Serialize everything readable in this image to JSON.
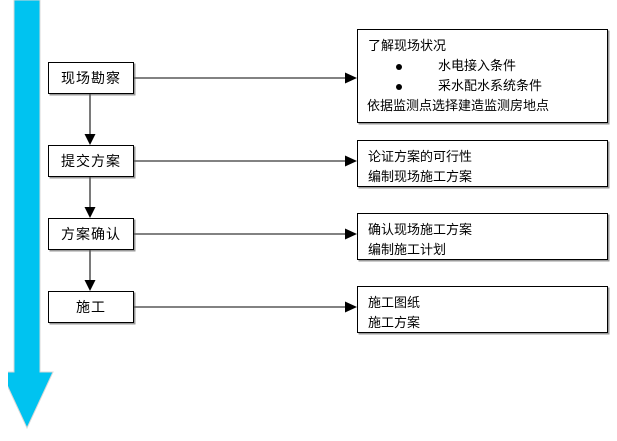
{
  "diagram": {
    "title": "现场施工流程图",
    "accent_color": "#00c3f0",
    "line_color": "#595959",
    "border_color": "#000000",
    "background_color": "#ffffff",
    "flow_direction_label": "向下流程箭头"
  },
  "stages": [
    {
      "id": "survey",
      "label": "现场勘察"
    },
    {
      "id": "submit",
      "label": "提交方案"
    },
    {
      "id": "confirm",
      "label": "方案确认"
    },
    {
      "id": "build",
      "label": "施工"
    }
  ],
  "details": [
    {
      "id": "survey-detail",
      "lines": [
        {
          "type": "text",
          "value": "了解现场状况"
        },
        {
          "type": "bullet",
          "value": "水电接入条件"
        },
        {
          "type": "bullet",
          "value": "采水配水系统条件"
        },
        {
          "type": "text",
          "value": "依据监测点选择建造监测房地点"
        }
      ]
    },
    {
      "id": "submit-detail",
      "lines": [
        {
          "type": "text",
          "value": "论证方案的可行性"
        },
        {
          "type": "text",
          "value": "编制现场施工方案"
        }
      ]
    },
    {
      "id": "confirm-detail",
      "lines": [
        {
          "type": "text",
          "value": "确认现场施工方案"
        },
        {
          "type": "text",
          "value": "编制施工计划"
        }
      ]
    },
    {
      "id": "build-detail",
      "lines": [
        {
          "type": "text",
          "value": "施工图纸"
        },
        {
          "type": "text",
          "value": "施工方案"
        }
      ]
    }
  ]
}
